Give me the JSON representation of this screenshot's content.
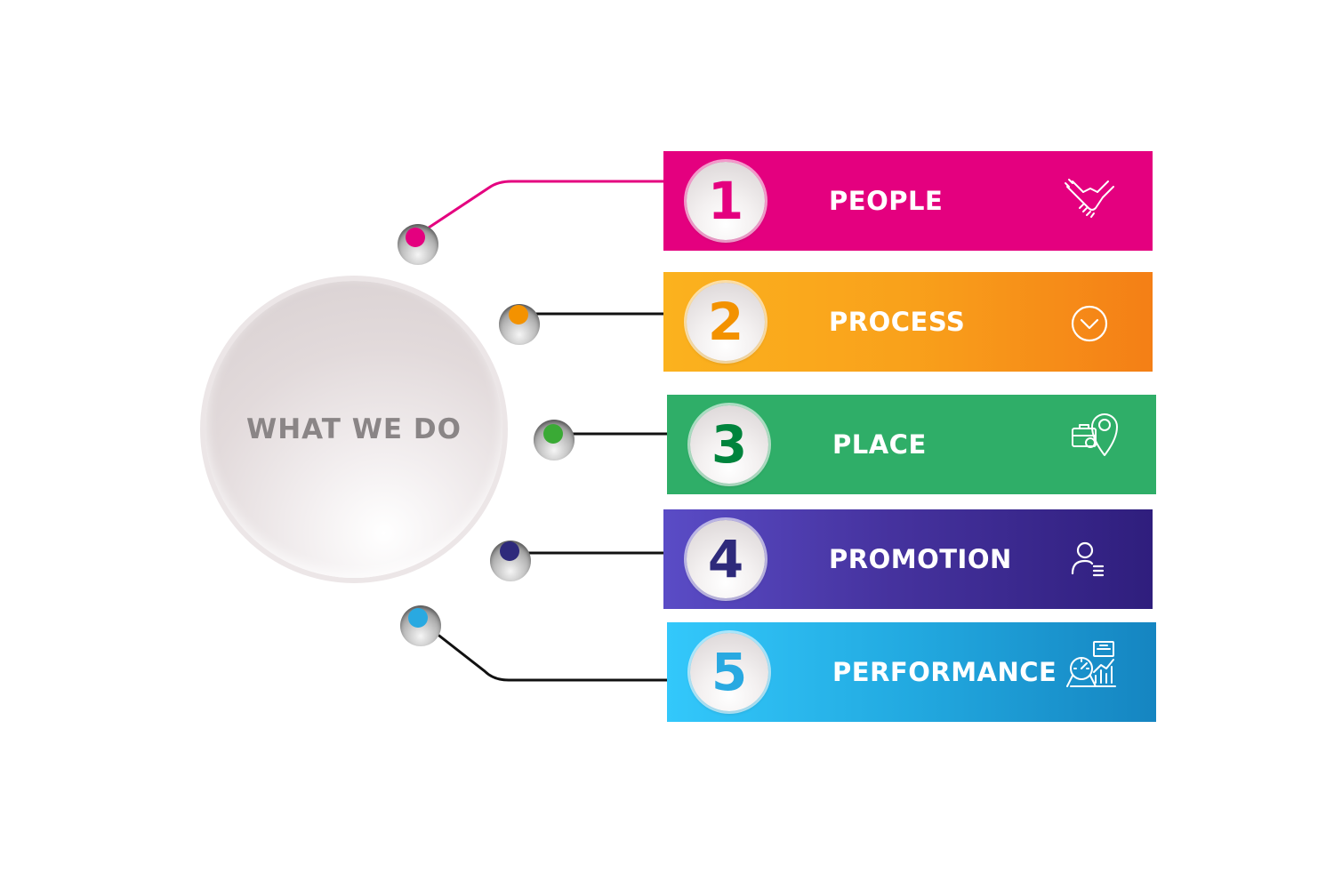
{
  "title": "WHAT WE DO",
  "items": [
    {
      "number": "1",
      "label": "PEOPLE",
      "icon": "handshake-icon",
      "color": "#e4007f",
      "number_color": "#e4007f"
    },
    {
      "number": "2",
      "label": "PROCESS",
      "icon": "chevron-circle-down-icon",
      "color": "#f9a11b",
      "number_color": "#f39200"
    },
    {
      "number": "3",
      "label": "PLACE",
      "icon": "location-briefcase-icon",
      "color": "#2fae68",
      "number_color": "#00843d"
    },
    {
      "number": "4",
      "label": "PROMOTION",
      "icon": "user-list-icon",
      "color": "#3c2a93",
      "number_color": "#2e2a7b"
    },
    {
      "number": "5",
      "label": "PERFORMANCE",
      "icon": "performance-dashboard-icon",
      "color": "#1eaee4",
      "number_color": "#29a9e1"
    }
  ],
  "colors": {
    "hub_text": "#8a8586",
    "connector_primary": "#e4007f",
    "connector_default": "#111111",
    "node_dots": [
      "#e4007f",
      "#f39200",
      "#3aaa35",
      "#2e2a7b",
      "#29a9e1"
    ]
  }
}
